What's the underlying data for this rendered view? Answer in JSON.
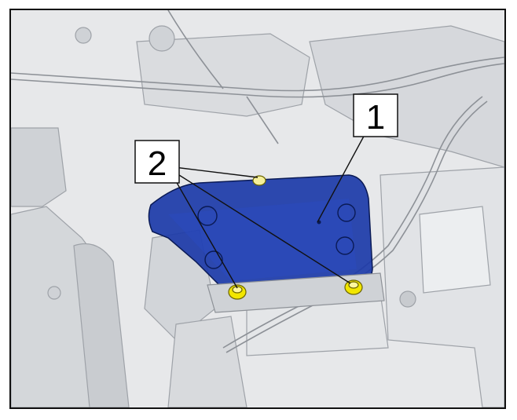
{
  "callouts": [
    {
      "id": "1",
      "label": "1"
    },
    {
      "id": "2",
      "label": "2"
    }
  ],
  "colors": {
    "highlight_part": "#1c3aa8",
    "fastener": "#f2e600",
    "background_metal": "#e9eaec",
    "line": "#111111"
  },
  "icons": [
    "oil-cooler-part",
    "bolt-icon",
    "leader-line"
  ]
}
